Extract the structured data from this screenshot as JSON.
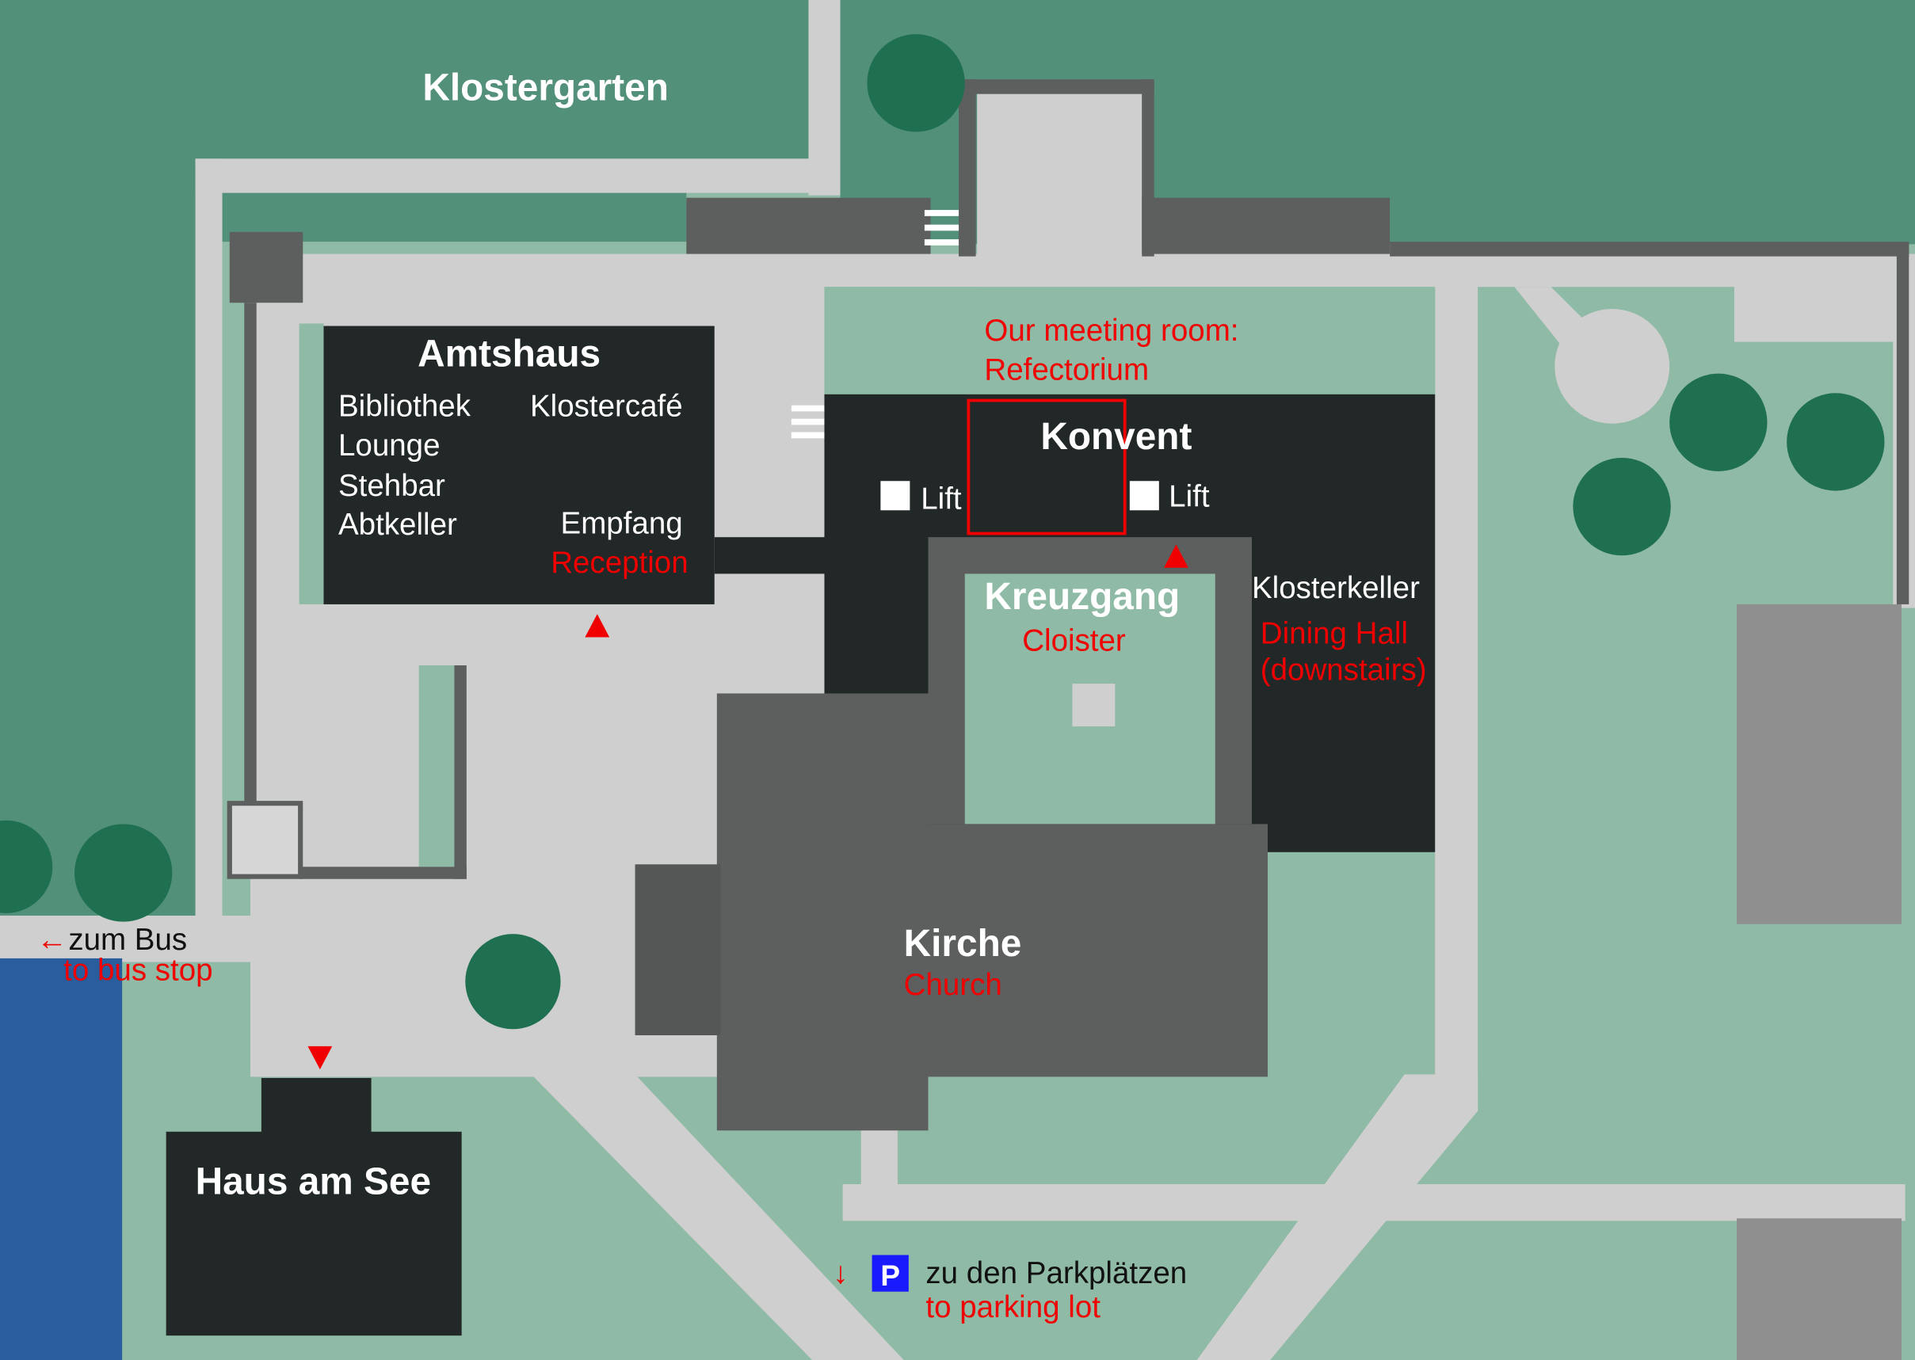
{
  "map": {
    "colors": {
      "garden_dark": "#52907a",
      "lawn": "#8fbaa6",
      "path": "#cfcfcf",
      "building_dark": "#222828",
      "building_gray": "#5d5f5f",
      "tree": "#1f7050",
      "water": "#2a5d9e",
      "highlight": "#f00000",
      "parking": "#1a1aff"
    },
    "labels": {
      "klostergarten": "Klostergarten",
      "amtshaus": "Amtshaus",
      "bibliothek": "Bibliothek",
      "lounge": "Lounge",
      "stehbar": "Stehbar",
      "abtkeller": "Abtkeller",
      "klostercafe": "Klostercafé",
      "empfang": "Empfang",
      "reception": "Reception",
      "meeting_room_1": "Our meeting room:",
      "meeting_room_2": "Refectorium",
      "konvent": "Konvent",
      "lift_left": "Lift",
      "lift_right": "Lift",
      "kreuzgang": "Kreuzgang",
      "cloister": "Cloister",
      "klosterkeller": "Klosterkeller",
      "dining_hall": "Dining Hall",
      "downstairs": "(downstairs)",
      "kirche": "Kirche",
      "church": "Church",
      "zum_bus": "zum Bus",
      "to_bus_stop": "to bus stop",
      "haus_am_see": "Haus am See",
      "parking_sign": "P",
      "zu_parkplaetzen": "zu den Parkplätzen",
      "to_parking_lot": "to parking lot"
    },
    "icons": {
      "arrow_left": "←",
      "arrow_down": "↓"
    }
  }
}
